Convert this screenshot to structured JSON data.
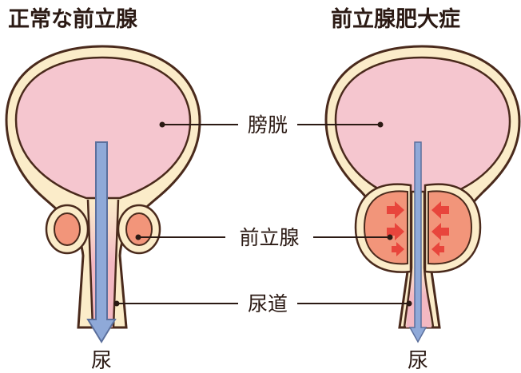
{
  "titles": {
    "normal": "正常な前立腺",
    "bph": "前立腺肥大症"
  },
  "labels": {
    "bladder": "膀胱",
    "prostate": "前立腺",
    "urethra": "尿道"
  },
  "urine": {
    "left": "尿",
    "right": "尿"
  },
  "colors": {
    "bladder_fill": "#f5c6cf",
    "wall_fill": "#fbecc9",
    "outline": "#4a2a1c",
    "prostate_fill": "#f2957a",
    "urine_stream": "#8fa9d8",
    "arrow": "#e8453c"
  }
}
